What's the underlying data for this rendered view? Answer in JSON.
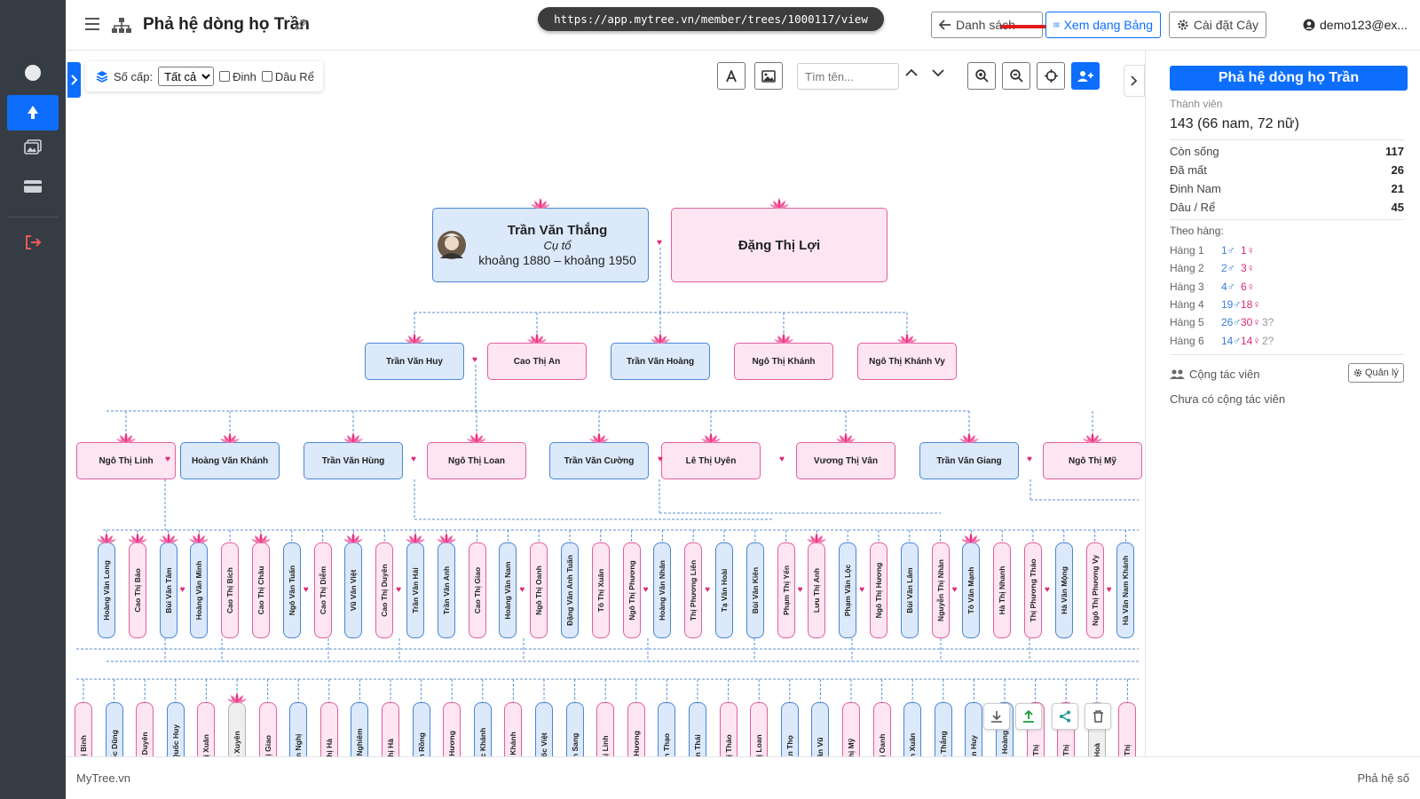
{
  "url": "https://app.mytree.vn/member/trees/1000117/view",
  "header": {
    "title": "Phả hệ dòng họ Trần",
    "btn_list": "Danh sách",
    "btn_table": "Xem dạng Bảng",
    "btn_settings": "Cài đặt Cây",
    "user": "demo123@ex..."
  },
  "toolbar": {
    "level_label": "Số cấp:",
    "level_value": "Tất cả",
    "chk_dinh": "Đinh",
    "chk_dau_re": "Dâu Rể",
    "search_placeholder": "Tìm tên..."
  },
  "tree": {
    "root_husband": {
      "name": "Trần Văn Thắng",
      "role": "Cụ tổ",
      "dates": "khoảng 1880 – khoảng 1950"
    },
    "root_wife": {
      "name": "Đặng Thị Lợi"
    },
    "gen2": [
      {
        "name": "Trần Văn Huy",
        "g": "male"
      },
      {
        "name": "Cao Thị An",
        "g": "female"
      },
      {
        "name": "Trần Văn Hoàng",
        "g": "male"
      },
      {
        "name": "Ngô Thị Khánh",
        "g": "female"
      },
      {
        "name": "Ngô Thị Khánh Vy",
        "g": "female"
      }
    ],
    "gen3": [
      {
        "name": "Ngô Thị Linh",
        "g": "female"
      },
      {
        "name": "Hoàng Văn Khánh",
        "g": "male"
      },
      {
        "name": "Trần Văn Hùng",
        "g": "male"
      },
      {
        "name": "Ngô Thị Loan",
        "g": "female"
      },
      {
        "name": "Trần Văn Cường",
        "g": "male"
      },
      {
        "name": "Lê Thị Uyên",
        "g": "female"
      },
      {
        "name": "Vương Thị Vân",
        "g": "female"
      },
      {
        "name": "Trần Văn Giang",
        "g": "male"
      },
      {
        "name": "Ngô Thị Mỹ",
        "g": "female"
      }
    ],
    "gen4": [
      {
        "name": "Hoàng Văn Long",
        "g": "male"
      },
      {
        "name": "Cao Thị Bảo",
        "g": "female"
      },
      {
        "name": "Bùi Văn Tâm",
        "g": "male"
      },
      {
        "name": "Hoàng Văn Minh",
        "g": "male"
      },
      {
        "name": "Cao Thị Bích",
        "g": "female"
      },
      {
        "name": "Cao Thị Châu",
        "g": "female"
      },
      {
        "name": "Ngô Văn Tuấn",
        "g": "male"
      },
      {
        "name": "Cao Thị Diễm",
        "g": "female"
      },
      {
        "name": "Vũ Văn Việt",
        "g": "male"
      },
      {
        "name": "Cao Thị Duyên",
        "g": "female"
      },
      {
        "name": "Trần Văn Hải",
        "g": "male"
      },
      {
        "name": "Trần Văn Anh",
        "g": "male"
      },
      {
        "name": "Cao Thị Giao",
        "g": "female"
      },
      {
        "name": "Hoàng Văn Nam",
        "g": "male"
      },
      {
        "name": "Ngô Thị Oanh",
        "g": "female"
      },
      {
        "name": "Đặng Văn Anh Tuấn",
        "g": "male"
      },
      {
        "name": "Tô Thị Xuân",
        "g": "female"
      },
      {
        "name": "Ngô Thị Phương",
        "g": "female"
      },
      {
        "name": "Hoàng Văn Nhân",
        "g": "male"
      },
      {
        "name": "Thị Phương Liên",
        "g": "female"
      },
      {
        "name": "Tạ Văn Hoài",
        "g": "male"
      },
      {
        "name": "Bùi Văn Kiên",
        "g": "male"
      },
      {
        "name": "Phạm Thị Yến",
        "g": "female"
      },
      {
        "name": "Lưu Thị Anh",
        "g": "female"
      },
      {
        "name": "Phạm Văn Lộc",
        "g": "male"
      },
      {
        "name": "Ngô Thị Hương",
        "g": "female"
      },
      {
        "name": "Bùi Văn Lâm",
        "g": "male"
      },
      {
        "name": "Nguyễn Thị Nhàn",
        "g": "female"
      },
      {
        "name": "Tô Văn Mạnh",
        "g": "male"
      },
      {
        "name": "Hà Thị Nhanh",
        "g": "female"
      },
      {
        "name": "Thị Phương Thảo",
        "g": "female"
      },
      {
        "name": "Hà Văn Mộng",
        "g": "male"
      },
      {
        "name": "Ngô Thị Phương Vy",
        "g": "female"
      },
      {
        "name": "Hà Văn Nam Khánh",
        "g": "male"
      }
    ],
    "gen5": [
      {
        "name": "Thị Bình",
        "g": "female"
      },
      {
        "name": "Quốc Dũng",
        "g": "male"
      },
      {
        "name": "Thị Duyên",
        "g": "female"
      },
      {
        "name": "Văn Quốc Huy",
        "g": "male"
      },
      {
        "name": "Thị Xuân",
        "g": "female"
      },
      {
        "name": "Văn Xuyên",
        "g": "unknown"
      },
      {
        "name": "Thị Giao",
        "g": "female"
      },
      {
        "name": "Văn Nghị",
        "g": "male"
      },
      {
        "name": "Thị Hà",
        "g": "female"
      },
      {
        "name": "Văn Nghiêm",
        "g": "male"
      },
      {
        "name": "Thị Hà",
        "g": "female"
      },
      {
        "name": "Văn Rồng",
        "g": "male"
      },
      {
        "name": "Thị Hương",
        "g": "female"
      },
      {
        "name": "Quốc Khánh",
        "g": "male"
      },
      {
        "name": "Thị Khánh",
        "g": "female"
      },
      {
        "name": "Quốc Việt",
        "g": "male"
      },
      {
        "name": "Văn Sang",
        "g": "male"
      },
      {
        "name": "Thị Linh",
        "g": "female"
      },
      {
        "name": "Thị Hương",
        "g": "female"
      },
      {
        "name": "Văn Thạo",
        "g": "male"
      },
      {
        "name": "Văn Thái",
        "g": "male"
      },
      {
        "name": "Thị Thảo",
        "g": "female"
      },
      {
        "name": "Thị Loan",
        "g": "female"
      },
      {
        "name": "Văn Thọ",
        "g": "male"
      },
      {
        "name": "Văn Vũ",
        "g": "male"
      },
      {
        "name": "Thị Mỹ",
        "g": "female"
      },
      {
        "name": "Thị Oanh",
        "g": "female"
      },
      {
        "name": "Văn Xuân",
        "g": "male"
      },
      {
        "name": "Văn Thắng",
        "g": "male"
      },
      {
        "name": "Văn Huy",
        "g": "male"
      },
      {
        "name": "Văn Hoàng",
        "g": "male"
      },
      {
        "name": "Thị",
        "g": "female"
      },
      {
        "name": "Thị",
        "g": "female"
      },
      {
        "name": "Hoà",
        "g": "unknown"
      },
      {
        "name": "Thị",
        "g": "female"
      }
    ]
  },
  "panel": {
    "title": "Phả hệ dòng họ Trần",
    "members_label": "Thành viên",
    "members_value": "143 (66 nam, 72 nữ)",
    "stats": [
      {
        "label": "Còn sống",
        "value": "117"
      },
      {
        "label": "Đã mất",
        "value": "26"
      },
      {
        "label": "Đinh Nam",
        "value": "21"
      },
      {
        "label": "Dâu / Rể",
        "value": "45"
      }
    ],
    "by_gen_label": "Theo hàng:",
    "gens": [
      {
        "label": "Hàng 1",
        "m": "1♂",
        "f": "1♀",
        "u": ""
      },
      {
        "label": "Hàng 2",
        "m": "2♂",
        "f": "3♀",
        "u": ""
      },
      {
        "label": "Hàng 3",
        "m": "4♂",
        "f": "6♀",
        "u": ""
      },
      {
        "label": "Hàng 4",
        "m": "19♂",
        "f": "18♀",
        "u": ""
      },
      {
        "label": "Hàng 5",
        "m": "26♂",
        "f": "30♀",
        "u": "3?"
      },
      {
        "label": "Hàng 6",
        "m": "14♂",
        "f": "14♀",
        "u": "2?"
      }
    ],
    "collab_label": "Cộng tác viên",
    "manage_label": "Quản lý",
    "no_collab": "Chưa có cộng tác viên"
  },
  "footer": {
    "left": "MyTree.vn",
    "right": "Phả hệ số"
  },
  "colors": {
    "primary": "#0d6efd",
    "male": "#4a86d4",
    "female": "#e25ea0",
    "sidebar": "#353c44"
  }
}
